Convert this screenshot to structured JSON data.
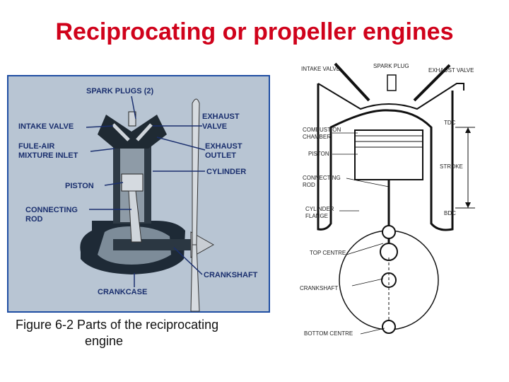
{
  "title": "Reciprocating or propeller engines",
  "left_figure": {
    "labels": {
      "spark_plugs": "SPARK PLUGS (2)",
      "intake_valve": "INTAKE VALVE",
      "exhaust_valve_1": "EXHAUST",
      "exhaust_valve_2": "VALVE",
      "fuel_air_1": "FULE-AIR",
      "fuel_air_2": "MIXTURE INLET",
      "exhaust_outlet_1": "EXHAUST",
      "exhaust_outlet_2": "OUTLET",
      "cylinder": "CYLINDER",
      "piston": "PISTON",
      "connecting_rod_1": "CONNECTING",
      "connecting_rod_2": "ROD",
      "crankshaft": "CRANKSHAFT",
      "crankcase": "CRANKCASE"
    },
    "caption_line1": "Figure 6-2  Parts of the reciprocating",
    "caption_line2": "engine",
    "colors": {
      "background": "#b8c5d3",
      "frame": "#1f4ea3",
      "label": "#1a2f6e"
    }
  },
  "right_figure": {
    "labels": {
      "intake_valve": "INTAKE VALVE",
      "spark_plug": "SPARK PLUG",
      "exhaust_valve": "EXHAUST VALVE",
      "combustion_1": "COMBUSTION",
      "combustion_2": "CHAMBER",
      "piston": "PISTON",
      "connecting_1": "CONNECTING",
      "connecting_2": "ROD",
      "cylinder_1": "CYLINDER",
      "cylinder_2": "FLANGE",
      "top_centre": "TOP CENTRE",
      "crankshaft": "CRANKSHAFT",
      "bottom_centre": "BOTTOM CENTRE",
      "tdc": "TDC",
      "stroke": "STROKE",
      "bdc": "BDC"
    }
  }
}
